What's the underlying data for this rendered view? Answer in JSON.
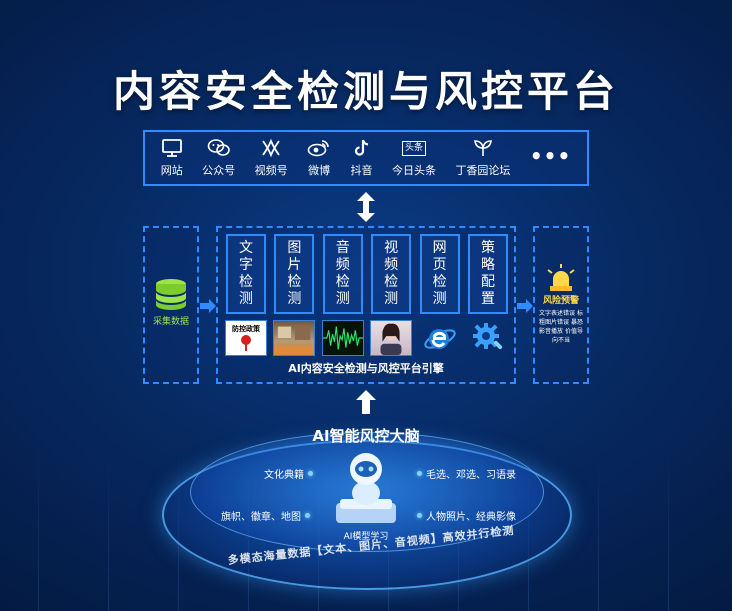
{
  "title": "内容安全检测与风控平台",
  "platforms": [
    {
      "icon": "monitor-icon",
      "label": "网站"
    },
    {
      "icon": "wechat-icon",
      "label": "公众号"
    },
    {
      "icon": "channels-icon",
      "label": "视频号"
    },
    {
      "icon": "weibo-icon",
      "label": "微博"
    },
    {
      "icon": "tiktok-icon",
      "label": "抖音"
    },
    {
      "icon": "toutiao-icon",
      "label": "今日头条",
      "icon_text": "头条"
    },
    {
      "icon": "leaf-icon",
      "label": "丁香园论坛"
    },
    {
      "icon": "more-icon",
      "label": "",
      "icon_text": "•••"
    }
  ],
  "collect": {
    "label": "采集数据"
  },
  "modules": [
    {
      "label": "文字检测",
      "thumb": "text-thumb",
      "thumb_text": "防控政策"
    },
    {
      "label": "图片检测",
      "thumb": "image-thumb"
    },
    {
      "label": "音频检测",
      "thumb": "audio-thumb"
    },
    {
      "label": "视频检测",
      "thumb": "video-thumb"
    },
    {
      "label": "网页检测",
      "thumb": "ie-thumb"
    },
    {
      "label": "策略配置",
      "thumb": "gear-thumb"
    }
  ],
  "engine_caption": "AI内容安全检测与风控平台引擎",
  "risk": {
    "title": "风险预警",
    "desc": "文字表述错误 标粗图片错误 暴恐影音播放 价值导向不当"
  },
  "brain": {
    "title": "AI智能风控大脑",
    "model_label": "AI模型学习",
    "left_tags": [
      "文化典籍",
      "旗帜、徽章、地图"
    ],
    "right_tags": [
      "毛选、邓选、习语录",
      "人物照片、经典影像"
    ]
  },
  "bottom_caption": "多模态海量数据【文本、图片、音视频】高效并行检测",
  "colors": {
    "accent": "#2f8bff",
    "green": "#9fe34a",
    "warning": "#ffd84a"
  }
}
